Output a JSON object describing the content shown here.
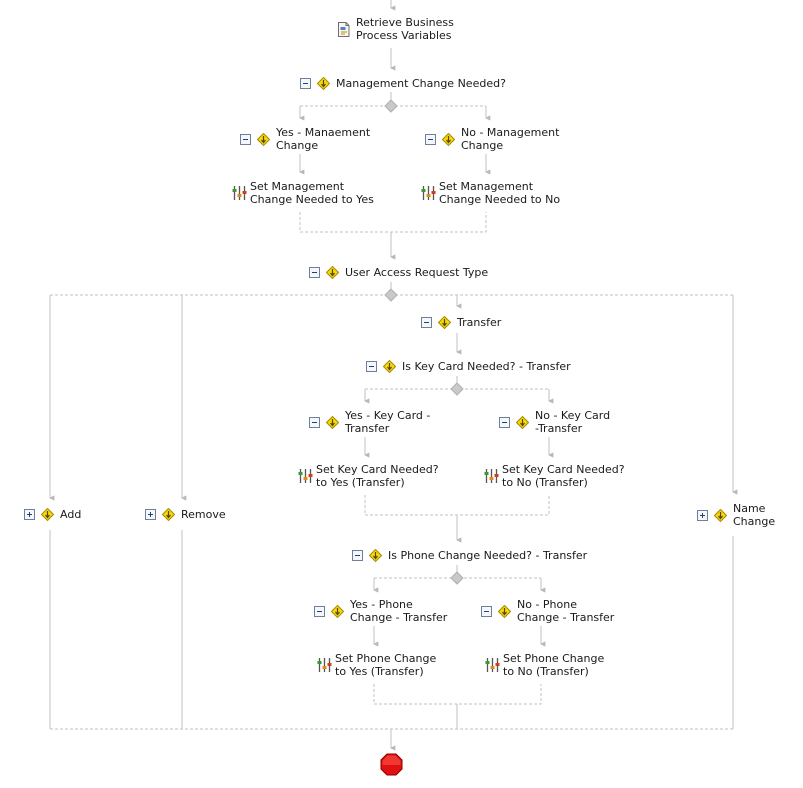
{
  "workflow": {
    "retrieve_step": "Retrieve Business\nProcess Variables",
    "management_decision": {
      "label": "Management Change Needed?",
      "yes_branch": "Yes - Manaement\nChange",
      "yes_action": "Set Management\nChange Needed to Yes",
      "no_branch": "No - Management\nChange",
      "no_action": "Set Management\nChange Needed to No"
    },
    "request_type": {
      "label": "User Access Request Type",
      "add": "Add",
      "remove": "Remove",
      "name_change": "Name\nChange",
      "transfer": {
        "label": "Transfer",
        "key_card": {
          "label": "Is Key Card Needed? - Transfer",
          "yes_branch": "Yes - Key Card -\nTransfer",
          "yes_action": "Set Key Card Needed?\nto Yes (Transfer)",
          "no_branch": "No - Key Card\n-Transfer",
          "no_action": "Set Key Card Needed?\nto No (Transfer)"
        },
        "phone": {
          "label": "Is Phone Change Needed? - Transfer",
          "yes_branch": "Yes - Phone\nChange - Transfer",
          "yes_action": "Set Phone Change\nto Yes (Transfer)",
          "no_branch": "No - Phone\nChange - Transfer",
          "no_action": "Set Phone Change\nto No (Transfer)"
        }
      }
    }
  },
  "icons": {
    "decision": "decision-diamond-icon",
    "activity": "set-variable-icon",
    "retrieve": "retrieve-document-icon",
    "end": "stop-octagon-icon",
    "collapse": "collapse-minus-icon",
    "expand": "expand-plus-icon"
  },
  "colors": {
    "connector": "#bdbdbd",
    "decision_fill": "#f5d90a",
    "stop_fill": "#e01010"
  }
}
